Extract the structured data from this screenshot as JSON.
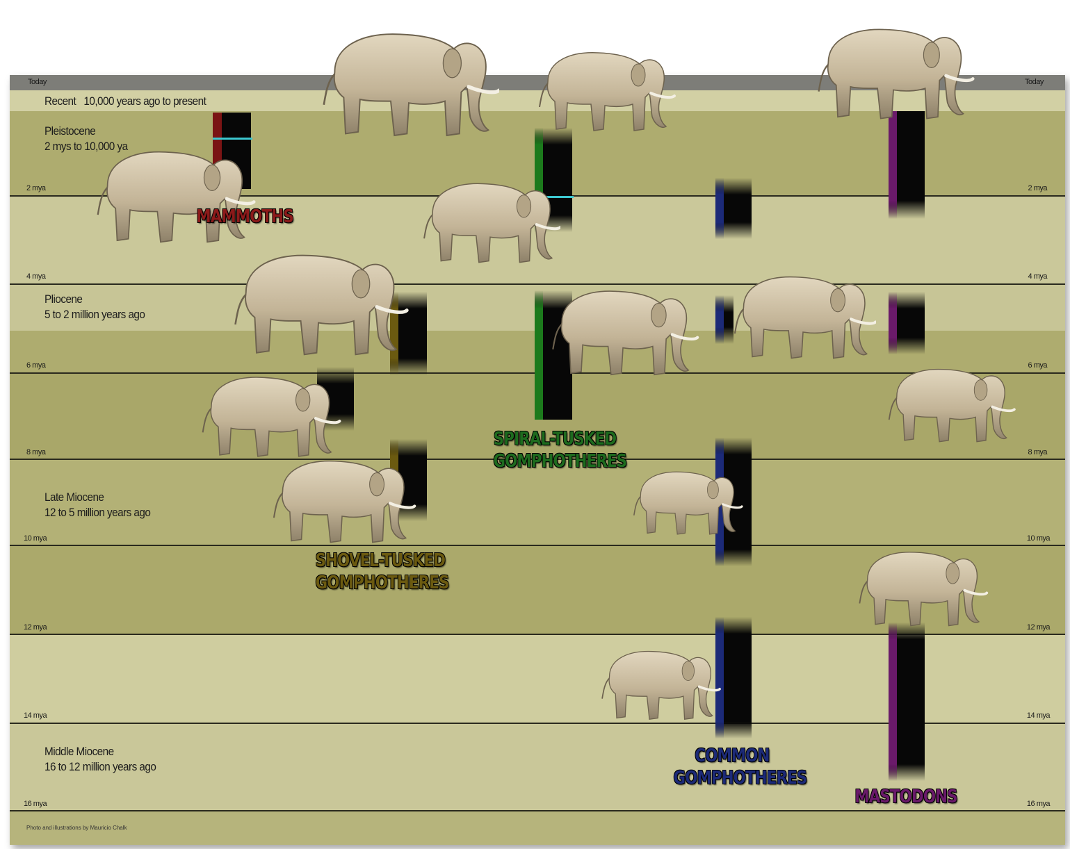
{
  "timeline": {
    "today_label_left": "Today",
    "today_label_right": "Today",
    "ticks": [
      "2 mya",
      "4 mya",
      "6 mya",
      "8 mya",
      "10 mya",
      "12 mya",
      "14 mya",
      "16 mya"
    ]
  },
  "epochs": [
    {
      "name": "Recent",
      "range": "10,000 years ago to present"
    },
    {
      "name": "Pleistocene",
      "range": "2 mys to 10,000 ya"
    },
    {
      "name": "Pliocene",
      "range": "5 to 2 million years ago"
    },
    {
      "name": "Late Miocene",
      "range": "12 to 5 million years ago"
    },
    {
      "name": "Middle Miocene",
      "range": "16 to 12 million years ago"
    }
  ],
  "groups": {
    "mammoths": {
      "label": "MAMMOTHS",
      "color": "#8b1a1a"
    },
    "spiral": {
      "line1": "SPIRAL-TUSKED",
      "line2": "GOMPHOTHERES",
      "color": "#1e6b1e"
    },
    "shovel": {
      "line1": "SHOVEL-TUSKED",
      "line2": "GOMPHOTHERES",
      "color": "#6b5a10"
    },
    "common": {
      "line1": "COMMON",
      "line2": "GOMPHOTHERES",
      "color": "#1c2a78"
    },
    "mastodons": {
      "label": "MASTODONS",
      "color": "#6a1a6a"
    }
  },
  "credit": "Photo and illustrations by Mauricio Chalk",
  "colors": {
    "band_dark": "#b0ad72",
    "band_light": "#cfcd9e",
    "today_bar": "#7d7d78",
    "cyan_marker": "#3cc8d0",
    "elephant": "#c9bba0"
  }
}
